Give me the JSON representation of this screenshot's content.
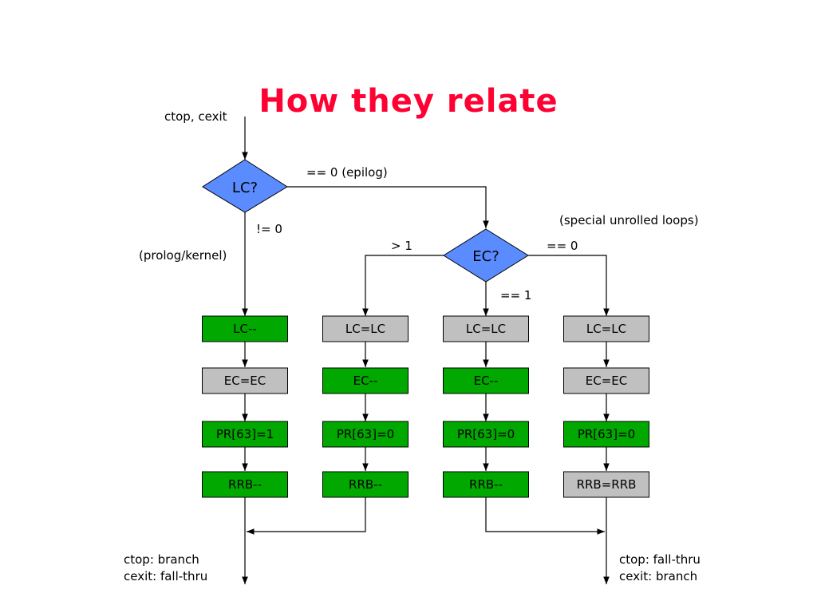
{
  "title": "How they relate",
  "colors": {
    "title": "#ff0033",
    "green": "#00a800",
    "gray": "#c0c0c0",
    "diamond": "#5b8cff"
  },
  "labels": {
    "entry": "ctop, cexit",
    "lc_zero": "== 0 (epilog)",
    "lc_nonzero": "!= 0",
    "prolog_kernel": "(prolog/kernel)",
    "special": "(special unrolled loops)",
    "ec_gt1": "> 1",
    "ec_eq0": "== 0",
    "ec_eq1": "== 1",
    "exit_left_1": "ctop: branch",
    "exit_left_2": "cexit: fall-thru",
    "exit_right_1": "ctop: fall-thru",
    "exit_right_2": "cexit: branch"
  },
  "decisions": {
    "lc": "LC?",
    "ec": "EC?"
  },
  "columns": [
    {
      "id": "col1",
      "boxes": [
        {
          "text": "LC--",
          "color": "green"
        },
        {
          "text": "EC=EC",
          "color": "gray"
        },
        {
          "text": "PR[63]=1",
          "color": "green"
        },
        {
          "text": "RRB--",
          "color": "green"
        }
      ]
    },
    {
      "id": "col2",
      "boxes": [
        {
          "text": "LC=LC",
          "color": "gray"
        },
        {
          "text": "EC--",
          "color": "green"
        },
        {
          "text": "PR[63]=0",
          "color": "green"
        },
        {
          "text": "RRB--",
          "color": "green"
        }
      ]
    },
    {
      "id": "col3",
      "boxes": [
        {
          "text": "LC=LC",
          "color": "gray"
        },
        {
          "text": "EC--",
          "color": "green"
        },
        {
          "text": "PR[63]=0",
          "color": "green"
        },
        {
          "text": "RRB--",
          "color": "green"
        }
      ]
    },
    {
      "id": "col4",
      "boxes": [
        {
          "text": "LC=LC",
          "color": "gray"
        },
        {
          "text": "EC=EC",
          "color": "gray"
        },
        {
          "text": "PR[63]=0",
          "color": "green"
        },
        {
          "text": "RRB=RRB",
          "color": "gray"
        }
      ]
    }
  ]
}
